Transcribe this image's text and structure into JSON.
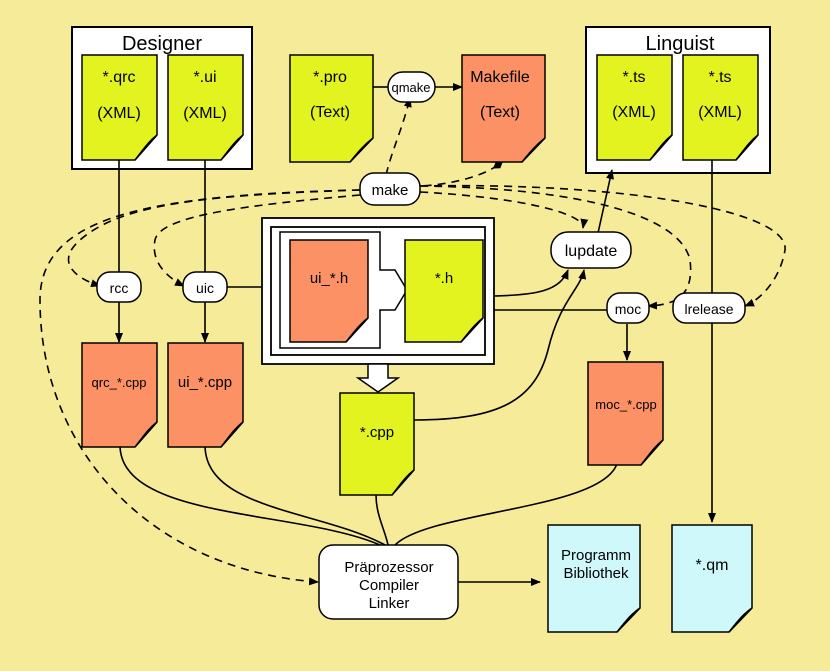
{
  "groups": {
    "designer": "Designer",
    "linguist": "Linguist"
  },
  "docs": {
    "qrc_xml": {
      "name": "*.qrc",
      "type": "(XML)"
    },
    "ui_xml": {
      "name": "*.ui",
      "type": "(XML)"
    },
    "pro_text": {
      "name": "*.pro",
      "type": "(Text)"
    },
    "makefile_text": {
      "name": "Makefile",
      "type": "(Text)"
    },
    "ts_xml_1": {
      "name": "*.ts",
      "type": "(XML)"
    },
    "ts_xml_2": {
      "name": "*.ts",
      "type": "(XML)"
    },
    "ui_h": "ui_*.h",
    "h": "*.h",
    "qrc_cpp": "qrc_*.cpp",
    "ui_cpp": "ui_*.cpp",
    "cpp": "*.cpp",
    "moc_cpp": "moc_*.cpp",
    "programm_line1": "Programm",
    "programm_line2": "Bibliothek",
    "qm": "*.qm"
  },
  "tools": {
    "qmake": "qmake",
    "make": "make",
    "rcc": "rcc",
    "uic": "uic",
    "lupdate": "lupdate",
    "moc": "moc",
    "lrelease": "lrelease",
    "compiler_line1": "Präprozessor",
    "compiler_line2": "Compiler",
    "compiler_line3": "Linker"
  },
  "colors": {
    "background": "#f5eb98",
    "source_doc": "#e2f31f",
    "generated_doc": "#fb9165",
    "output_doc": "#cff8fb"
  }
}
